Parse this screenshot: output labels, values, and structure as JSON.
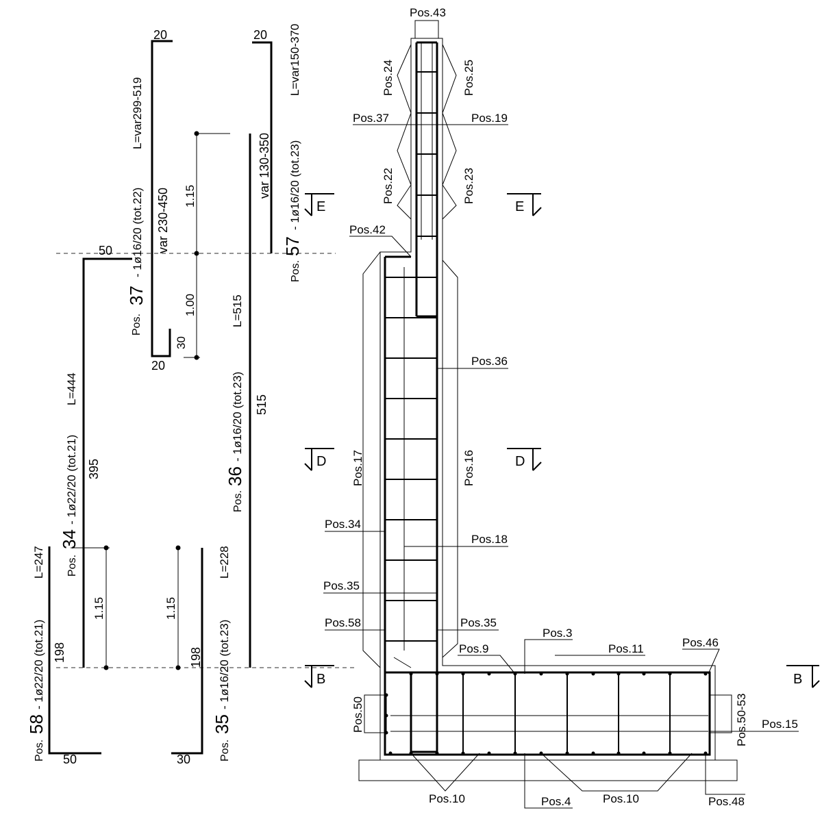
{
  "bars": {
    "p58": {
      "pos": "Pos.",
      "num": "58",
      "desc": "- 1ø22/20 (tot.21)",
      "len": "L=247",
      "dim1": "198",
      "dim2": "50"
    },
    "p34": {
      "pos": "Pos.",
      "num": "34",
      "desc": "- 1ø22/20 (tot.21)",
      "len": "L=444",
      "dim1": "395"
    },
    "p35": {
      "pos": "Pos.",
      "num": "35",
      "desc": "- 1ø16/20 (tot.23)",
      "len": "L=228",
      "dim1": "198",
      "dim2": "30"
    },
    "p36": {
      "pos": "Pos.",
      "num": "36",
      "desc": "- 1ø16/20 (tot.23)",
      "len": "L=515",
      "dim1": "515"
    },
    "p37": {
      "pos": "Pos.",
      "num": "37",
      "desc": "- 1ø16/20 (tot.22)",
      "len": "L=var299-519",
      "dim_top": "20",
      "dim_var": "var 230-450",
      "dim_left": "50",
      "dim_hook": "30",
      "dim_bot": "20"
    },
    "p57": {
      "pos": "Pos.",
      "num": "57",
      "desc": "- 1ø16/20 (tot.23)",
      "len": "L=var150-370",
      "dim_top": "20",
      "dim_var": "var 130-350"
    }
  },
  "dims": {
    "d115a": "1.15",
    "d115b": "1.15",
    "d115c": "1.15",
    "d100": "1.00"
  },
  "sections": {
    "E": "E",
    "D": "D",
    "B": "B"
  },
  "labels": {
    "pos43": "Pos.43",
    "pos24": "Pos.24",
    "pos25": "Pos.25",
    "pos37": "Pos.37",
    "pos19": "Pos.19",
    "pos22": "Pos.22",
    "pos23": "Pos.23",
    "pos42": "Pos.42",
    "pos36": "Pos.36",
    "pos17": "Pos.17",
    "pos16": "Pos.16",
    "pos34": "Pos.34",
    "pos18": "Pos.18",
    "pos35a": "Pos.35",
    "pos58": "Pos.58",
    "pos35b": "Pos.35",
    "pos9": "Pos.9",
    "pos3": "Pos.3",
    "pos11": "Pos.11",
    "pos46": "Pos.46",
    "pos50": "Pos.50",
    "pos5053": "Pos.50-53",
    "pos15": "Pos.15",
    "pos10a": "Pos.10",
    "pos4": "Pos.4",
    "pos10b": "Pos.10",
    "pos48": "Pos.48"
  }
}
